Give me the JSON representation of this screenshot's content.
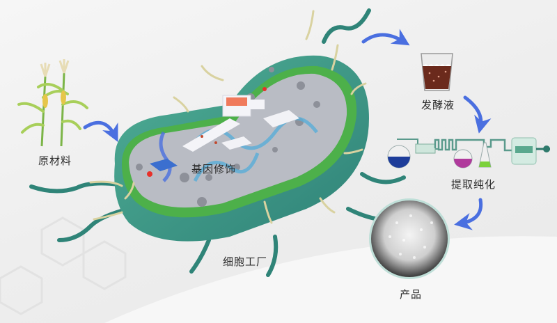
{
  "diagram": {
    "title": "",
    "nodes": [
      {
        "id": "raw-material",
        "label": "原材料",
        "icon": "corn-plant-icon"
      },
      {
        "id": "cell-factory",
        "label": "细胞工厂",
        "icon": "bacterium-cell-icon"
      },
      {
        "id": "gene-modification",
        "label": "基因修饰",
        "icon": "gene-lab-icon"
      },
      {
        "id": "fermentation-broth",
        "label": "发酵液",
        "icon": "beaker-icon"
      },
      {
        "id": "extraction-purification",
        "label": "提取纯化",
        "icon": "lab-apparatus-icon"
      },
      {
        "id": "product",
        "label": "产品",
        "icon": "crystal-granules-icon"
      }
    ],
    "edges": [
      {
        "from": "raw-material",
        "to": "cell-factory"
      },
      {
        "from": "cell-factory",
        "to": "fermentation-broth"
      },
      {
        "from": "fermentation-broth",
        "to": "extraction-purification"
      },
      {
        "from": "extraction-purification",
        "to": "product"
      }
    ],
    "colors": {
      "arrow": "#4a6fe0",
      "cell_body": "#3f9a86",
      "cell_membrane": "#4db04a",
      "cytoplasm": "#b9bcc4",
      "flagella": "#2f8478",
      "pili": "#d9d2a0",
      "broth": "#6b2a1c",
      "flask_blue": "#1e3d9a",
      "flask_purple": "#b03a9c",
      "flask_green": "#7bd13c"
    }
  }
}
